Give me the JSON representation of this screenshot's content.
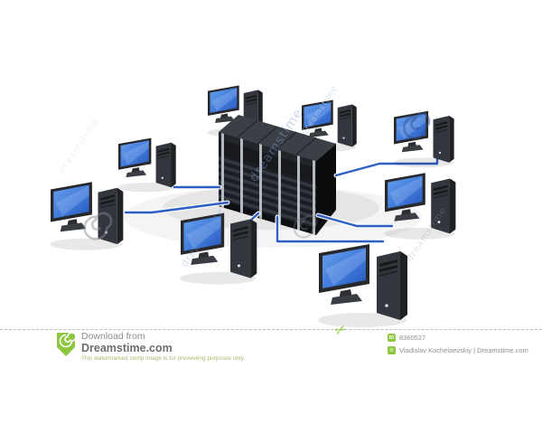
{
  "scene": {
    "label": "computer-network-3d-illustration"
  },
  "watermarks": {
    "diagonal_text": "dreamstime"
  },
  "footer": {
    "download_label": "Download from",
    "site_name": "Dreamstime.com",
    "disclaimer": "This watermarked comp image is for previewing purposes only.",
    "scissors_glyph": "✂",
    "id_badge_label": "ID",
    "image_id": "8360527",
    "copyright_badge_label": "©",
    "credit": "Vladislav Kochelaevskiy | Dreamstime.com"
  },
  "colors": {
    "brand-green": "#8dc63f",
    "cable-blue": "#2e5fc4",
    "screen-blue": "#3f7bdc",
    "watermark-blue": "#7e9fd4"
  }
}
